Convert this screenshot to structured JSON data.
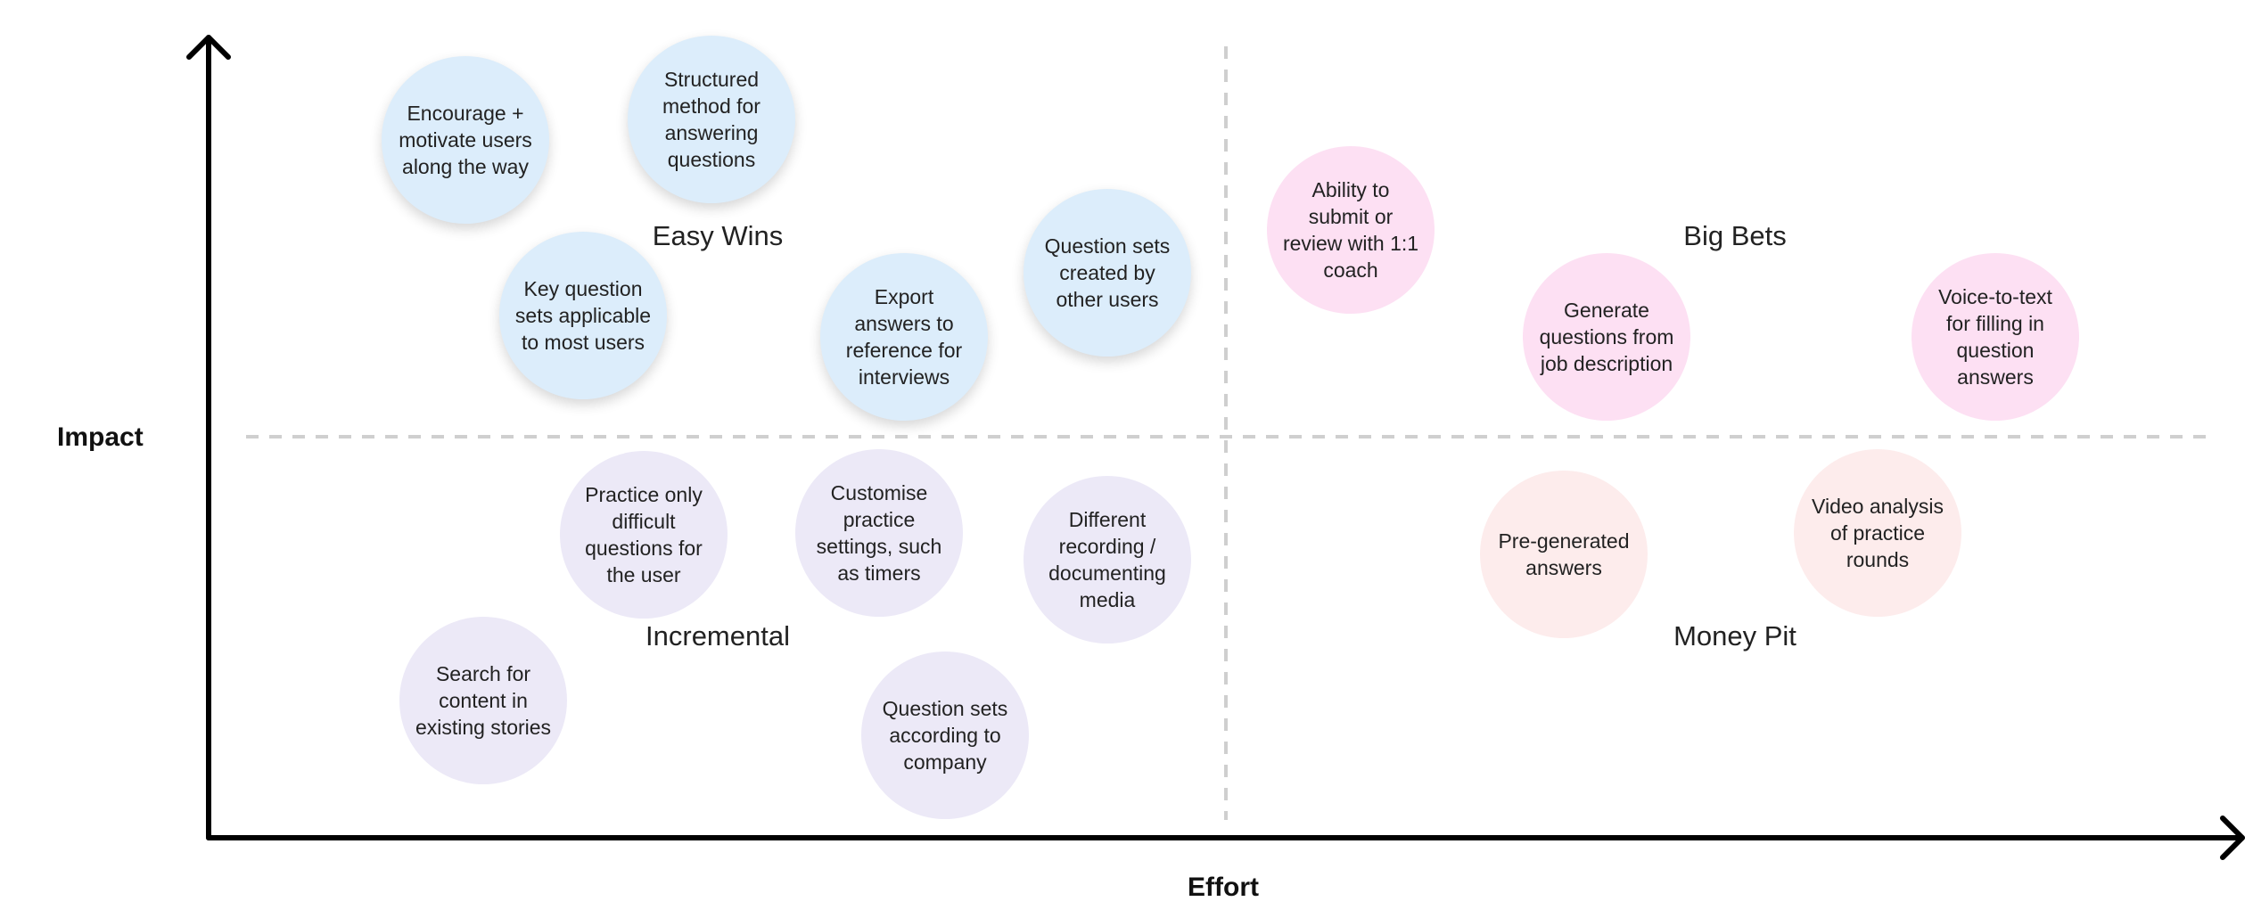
{
  "axes": {
    "y_label": "Impact",
    "x_label": "Effort"
  },
  "quadrants": [
    {
      "id": "easy-wins",
      "label": "Easy Wins"
    },
    {
      "id": "big-bets",
      "label": "Big Bets"
    },
    {
      "id": "incremental",
      "label": "Incremental"
    },
    {
      "id": "money-pit",
      "label": "Money Pit"
    }
  ],
  "colors": {
    "easy_wins": "#dcedfb",
    "incremental": "#ece9f7",
    "big_bets": "#fde0f3",
    "money_pit": "#fdecec"
  },
  "bubbles": [
    {
      "text": "Encourage + motivate users along the way"
    },
    {
      "text": "Structured method for answering questions"
    },
    {
      "text": "Key question sets applicable to most users"
    },
    {
      "text": "Export answers to reference for interviews"
    },
    {
      "text": "Question sets created by other users"
    },
    {
      "text": "Ability to submit or review with 1:1 coach"
    },
    {
      "text": "Generate questions from job description"
    },
    {
      "text": "Voice-to-text for filling in question answers"
    },
    {
      "text": "Practice only difficult questions for the user"
    },
    {
      "text": "Customise practice settings, such as timers"
    },
    {
      "text": "Different recording / documenting media"
    },
    {
      "text": "Search for content in existing stories"
    },
    {
      "text": "Question sets according to company"
    },
    {
      "text": "Pre-generated answers"
    },
    {
      "text": "Video analysis of practice rounds"
    }
  ]
}
